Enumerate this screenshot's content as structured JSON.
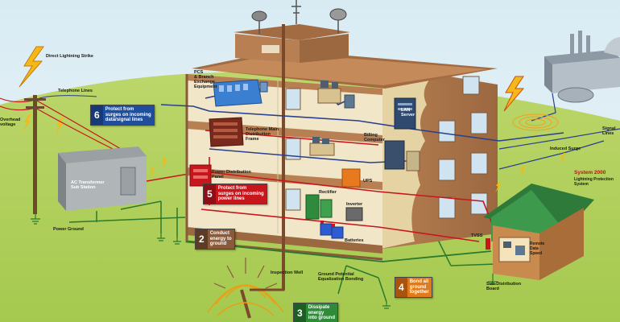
{
  "labels": {
    "direct_lightning": "Direct Lightning Strike",
    "overhead_voltage": "Overhead\nvoltage",
    "telephone_lines": "Telephone Lines",
    "ac_transformer": "AC Transformer\nSub Station",
    "power_ground": "Power Ground",
    "pcs_branch": "PCS\n& Branch\nExchange\nEquipment",
    "telephone_main": "Telephone Main\nDistribution\nFrame",
    "power_distribution": "Power Distribution\nPanel",
    "lan_server": "LAN\nServer",
    "billing_computer": "Billing\nComputer",
    "ups": "UPS",
    "rectifier": "Rectifier",
    "inverter": "Inverter",
    "batteries": "Batteries",
    "inspection_well": "Inspection Well",
    "ground_potential": "Ground Potential\nEqualization Bonding",
    "signal_lines": "Signal\nLines",
    "induced_surge": "Induced Surge",
    "system_2000": "System 2000",
    "system_2000_sub": "Lightning Protection\nSystem",
    "tvss": "TVSS",
    "remote_data": "Remote\nData\nSpeed",
    "sub_distribution": "Sub-Distribution\nBoard"
  },
  "steps": [
    {
      "num": "6",
      "text": "Protect from\nsurges on incoming\ndata/signal lines",
      "color": "#1f4e9c"
    },
    {
      "num": "5",
      "text": "Protect from\nsurges on incoming\npower lines",
      "color": "#c8161d"
    },
    {
      "num": "2",
      "text": "Conduct\nenergy to\nground",
      "color": "#8a5a3c"
    },
    {
      "num": "4",
      "text": "Bond all\nground\ntogether",
      "color": "#e07a1a"
    },
    {
      "num": "3",
      "text": "Dissipate\nenergy\ninto ground",
      "color": "#2f8a3a"
    }
  ]
}
